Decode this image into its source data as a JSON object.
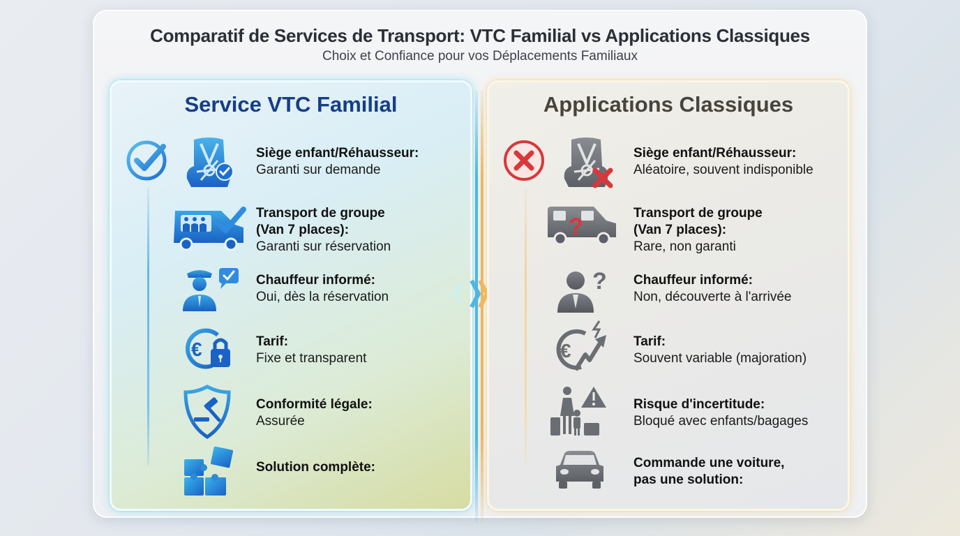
{
  "header": {
    "title": "Comparatif de Services de Transport: VTC Familial vs Applications Classiques",
    "subtitle": "Choix et Confiance pour vos Déplacements Familiaux"
  },
  "panels": {
    "left": {
      "title": "Service VTC Familial",
      "status_icon": "check-circle-icon",
      "accent_color": "#1e7fd6",
      "title_color": "#163e86",
      "rows": [
        {
          "icon": "child-seat-check-icon",
          "label": "Siège enfant/Réhausseur:",
          "value": "Garanti sur demande"
        },
        {
          "icon": "van-group-check-icon",
          "label": "Transport de groupe (Van 7 places):",
          "value": "Garanti sur réservation"
        },
        {
          "icon": "driver-chat-check-icon",
          "label": "Chauffeur informé:",
          "value": "Oui, dès la réservation"
        },
        {
          "icon": "euro-lock-icon",
          "label": "Tarif:",
          "value": "Fixe et transparent"
        },
        {
          "icon": "shield-gavel-icon",
          "label": "Conformité légale:",
          "value": "Assurée"
        },
        {
          "icon": "puzzle-icon",
          "label": "Solution complète:",
          "value": ""
        }
      ]
    },
    "right": {
      "title": "Applications Classiques",
      "status_icon": "x-circle-icon",
      "accent_color": "#d9373b",
      "title_color": "#47443d",
      "rows": [
        {
          "icon": "child-seat-x-icon",
          "label": "Siège enfant/Réhausseur:",
          "value": "Aléatoire, souvent indisponible"
        },
        {
          "icon": "van-question-icon",
          "label": "Transport de groupe (Van 7 places):",
          "value": "Rare, non garanti"
        },
        {
          "icon": "person-question-icon",
          "label": "Chauffeur informé:",
          "value": "Non, découverte à l'arrivée"
        },
        {
          "icon": "euro-surge-icon",
          "label": "Tarif:",
          "value": "Souvent variable (majoration)"
        },
        {
          "icon": "family-luggage-warning-icon",
          "label": "Risque d'incertitude:",
          "value": "Bloqué avec enfants/bagages"
        },
        {
          "icon": "car-icon",
          "label": "Commande une voiture, pas une solution:",
          "value": ""
        }
      ]
    }
  },
  "divider": {
    "icon": "chevron-separator-icon",
    "left_color": "#4fb6e0",
    "right_color": "#efb55a"
  }
}
